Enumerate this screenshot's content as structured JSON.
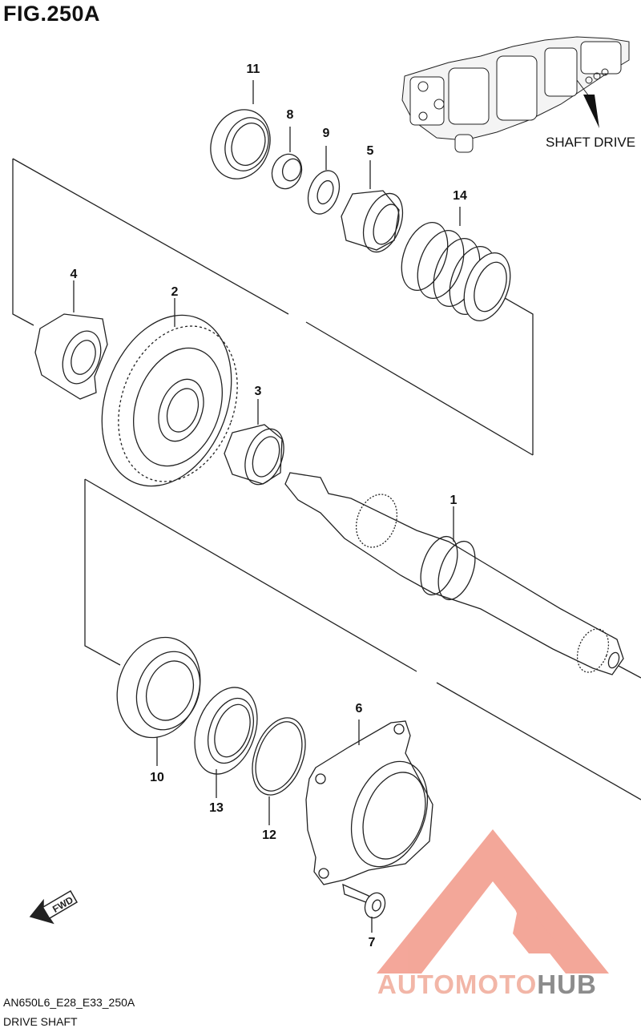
{
  "figure": {
    "title": "FIG.250A",
    "inset_label": "SHAFT DRIVE",
    "model_code": "AN650L6_E28_E33_250A",
    "caption": "DRIVE SHAFT"
  },
  "fwd_label": "FWD",
  "callouts": [
    {
      "id": "1",
      "label": "1"
    },
    {
      "id": "2",
      "label": "2"
    },
    {
      "id": "3",
      "label": "3"
    },
    {
      "id": "4",
      "label": "4"
    },
    {
      "id": "5",
      "label": "5"
    },
    {
      "id": "6",
      "label": "6"
    },
    {
      "id": "7",
      "label": "7"
    },
    {
      "id": "8",
      "label": "8"
    },
    {
      "id": "9",
      "label": "9"
    },
    {
      "id": "10",
      "label": "10"
    },
    {
      "id": "11",
      "label": "11"
    },
    {
      "id": "12",
      "label": "12"
    },
    {
      "id": "13",
      "label": "13"
    },
    {
      "id": "14",
      "label": "14"
    }
  ],
  "watermark": {
    "part1": "AUTO",
    "part2": "MOTO",
    "part3": "HUB",
    "colors": {
      "logo": "#f08a78",
      "text_light": "#f2b6a7",
      "text_dark": "#8c8c8c"
    }
  },
  "colors": {
    "line": "#222222",
    "background": "#ffffff"
  }
}
